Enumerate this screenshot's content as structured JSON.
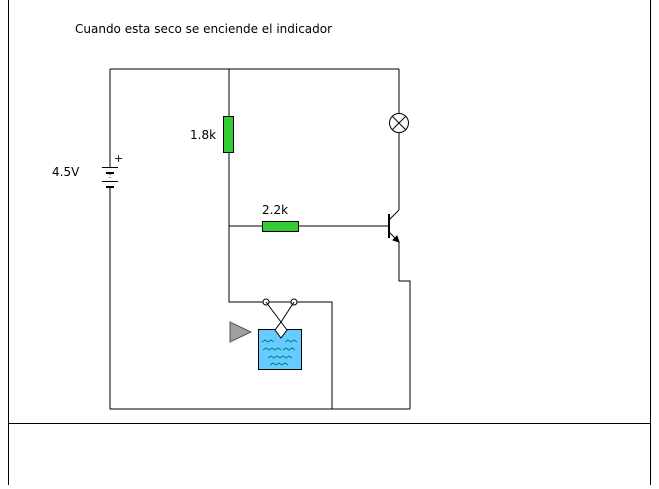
{
  "caption": "Cuando esta seco se enciende el indicador",
  "components": {
    "battery": {
      "label": "4.5V",
      "polarity_symbol": "+"
    },
    "resistor_top": {
      "label": "1.8k"
    },
    "resistor_base": {
      "label": "2.2k"
    },
    "lamp": {
      "name": "lamp-indicator"
    },
    "transistor": {
      "type": "NPN"
    },
    "moisture_sensor": {
      "name": "water-tank-probe"
    }
  },
  "colors": {
    "wire": "#000000",
    "resistor_fill": "#33cc33",
    "water_fill": "#66ccff",
    "wave": "#008080",
    "arrow_fill": "#a0a0a0",
    "border": "#000000",
    "background": "#ffffff"
  }
}
